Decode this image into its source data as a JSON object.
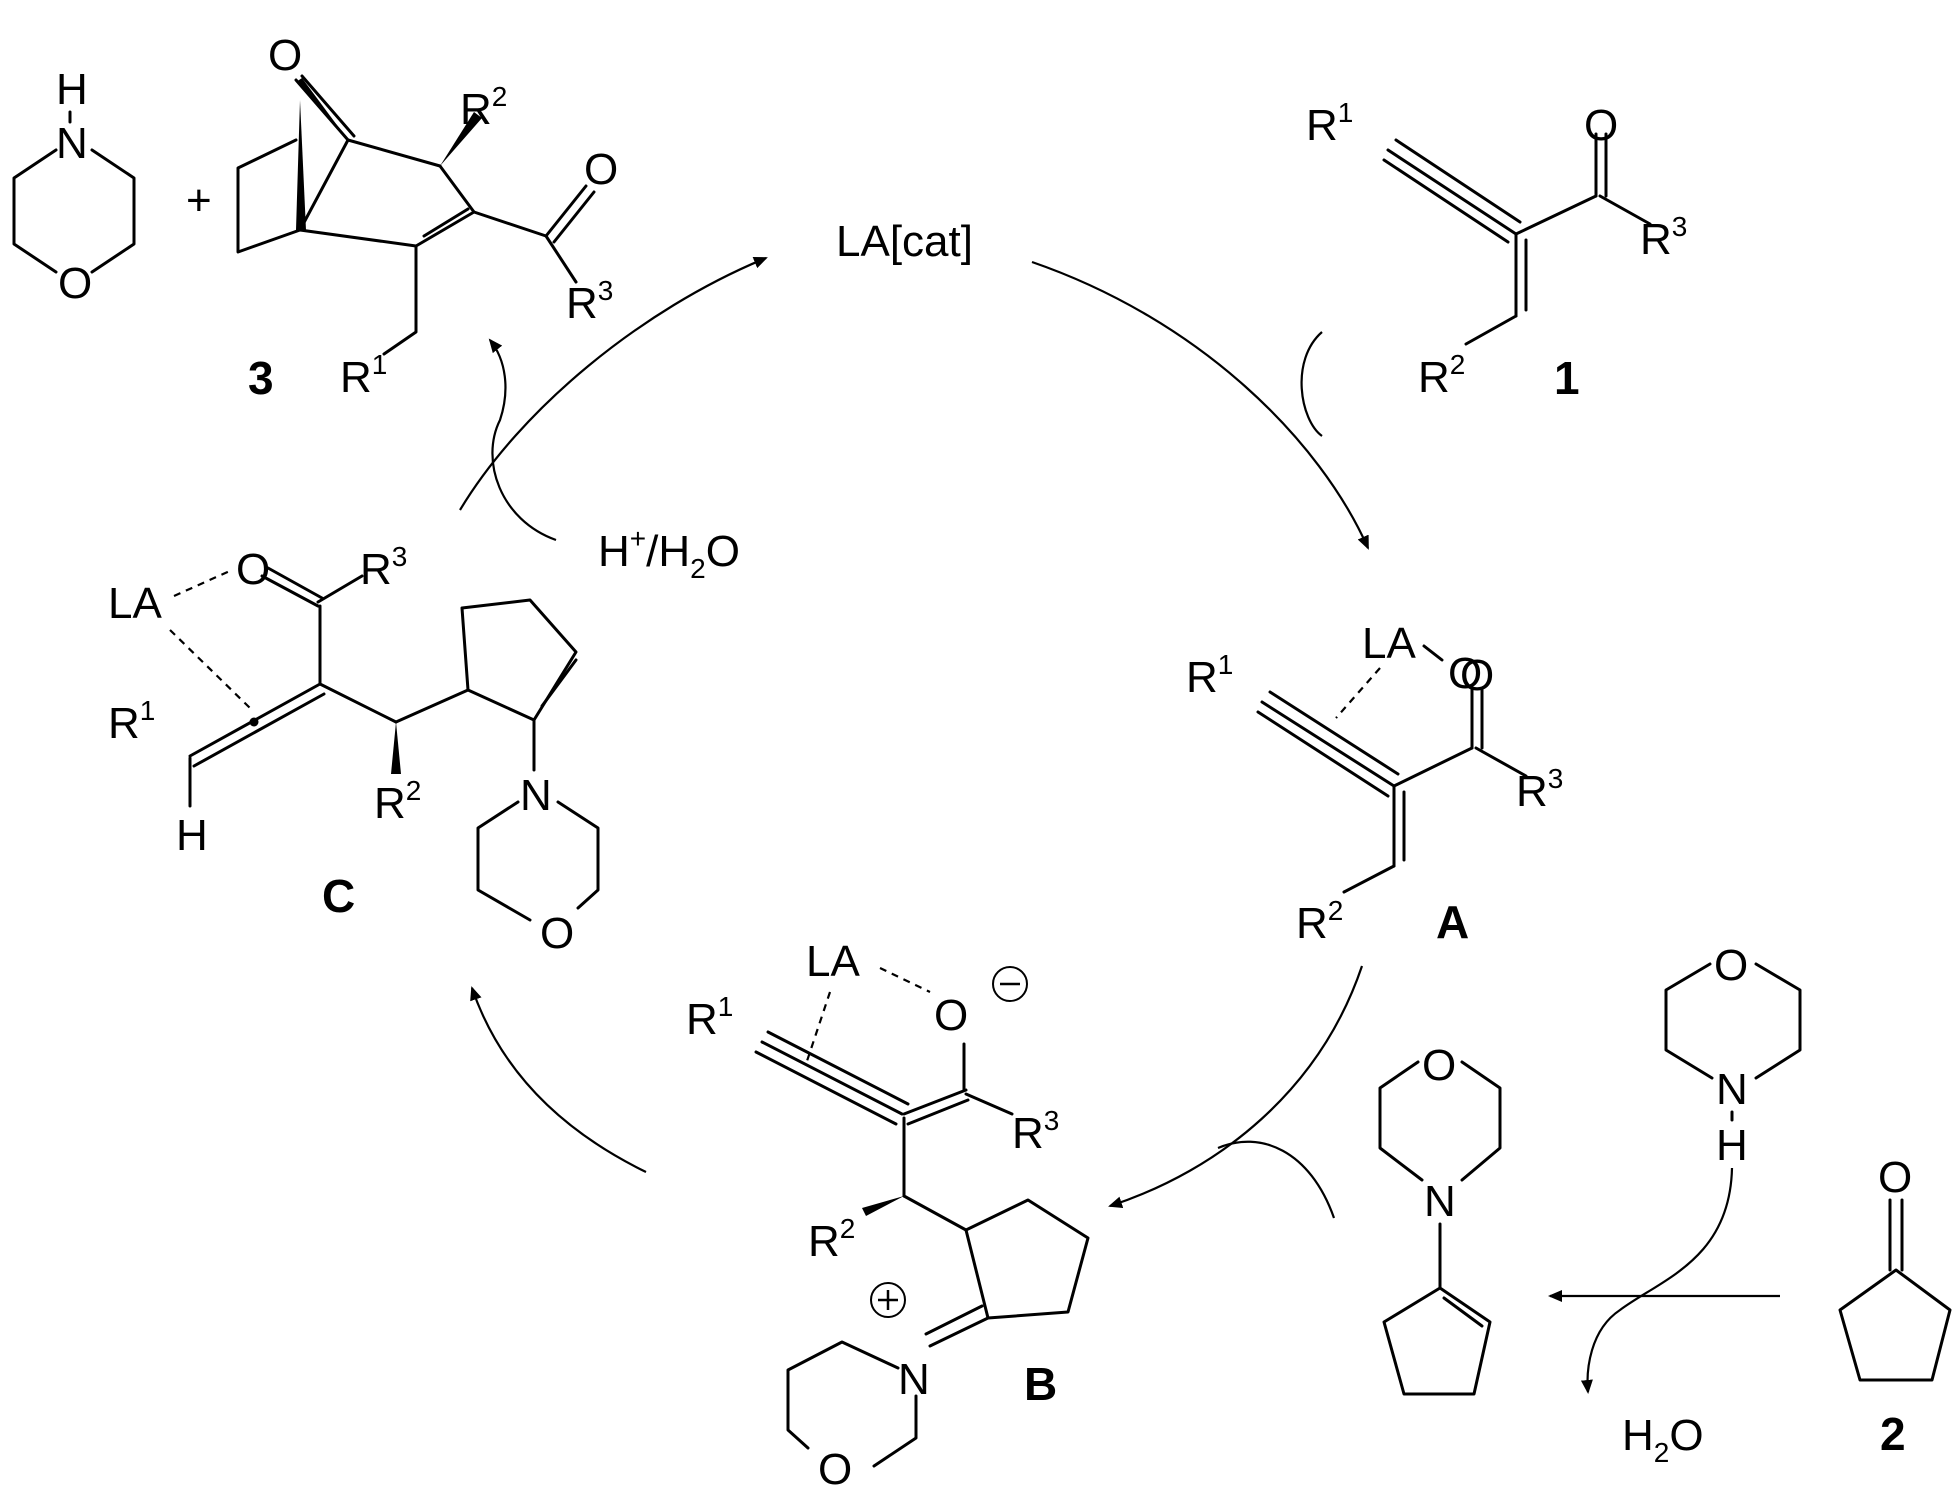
{
  "catalyst": {
    "text": "LA[cat]"
  },
  "compounds": {
    "c1": {
      "id": "1",
      "r1": "R",
      "r1_sup": "1",
      "r2": "R",
      "r2_sup": "2",
      "r3": "R",
      "r3_sup": "3",
      "o": "O"
    },
    "c2": {
      "id": "2",
      "o": "O"
    },
    "c3": {
      "id": "3",
      "r1": "R",
      "r1_sup": "1",
      "r2": "R",
      "r2_sup": "2",
      "r3": "R",
      "r3_sup": "3",
      "o_bridge": "O",
      "o_ketone": "O",
      "plus": "+"
    },
    "morpholine_product": {
      "n": "N",
      "h": "H",
      "o": "O"
    },
    "morpholine_reagent": {
      "o": "O",
      "n": "N",
      "h": "H"
    },
    "enamine": {
      "o": "O",
      "n": "N"
    }
  },
  "intermediates": {
    "A": {
      "id": "A",
      "la": "LA",
      "r1": "R",
      "r1_sup": "1",
      "r2": "R",
      "r2_sup": "2",
      "r3": "R",
      "r3_sup": "3",
      "o": "O",
      "o2": "O"
    },
    "B": {
      "id": "B",
      "la": "LA",
      "r1": "R",
      "r1_sup": "1",
      "r2": "R",
      "r2_sup": "2",
      "r3": "R",
      "r3_sup": "3",
      "o_minus": "O",
      "minus": "−",
      "plus": "+",
      "n": "N",
      "o_ring": "O"
    },
    "C": {
      "id": "C",
      "la": "LA",
      "r1": "R",
      "r1_sup": "1",
      "r2": "R",
      "r2_sup": "2",
      "r3": "R",
      "r3_sup": "3",
      "o": "O",
      "h": "H",
      "n": "N",
      "o_ring": "O"
    }
  },
  "reagents": {
    "hydrolysis": {
      "h": "H",
      "plus": "+",
      "slash_h": "/H",
      "two": "2",
      "o": "O"
    },
    "water_out": {
      "h": "H",
      "two": "2",
      "o": "O"
    }
  }
}
